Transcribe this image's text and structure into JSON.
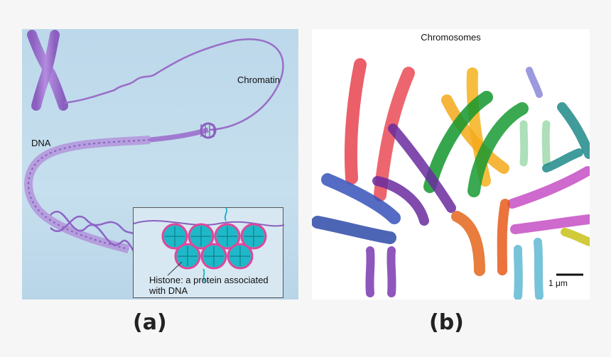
{
  "panel_a": {
    "label_chromatin": "Chromatin",
    "label_dna": "DNA",
    "inset_caption": "Histone: a protein associated with DNA",
    "colors": {
      "dna": "#9a6ec9",
      "histone": "#1fb8c8",
      "histone_ring": "#e0479a"
    }
  },
  "panel_b": {
    "title": "Chromosomes",
    "scale_bar_label": "1 μm"
  },
  "sublabels": {
    "a": "(a)",
    "b": "(b)"
  }
}
